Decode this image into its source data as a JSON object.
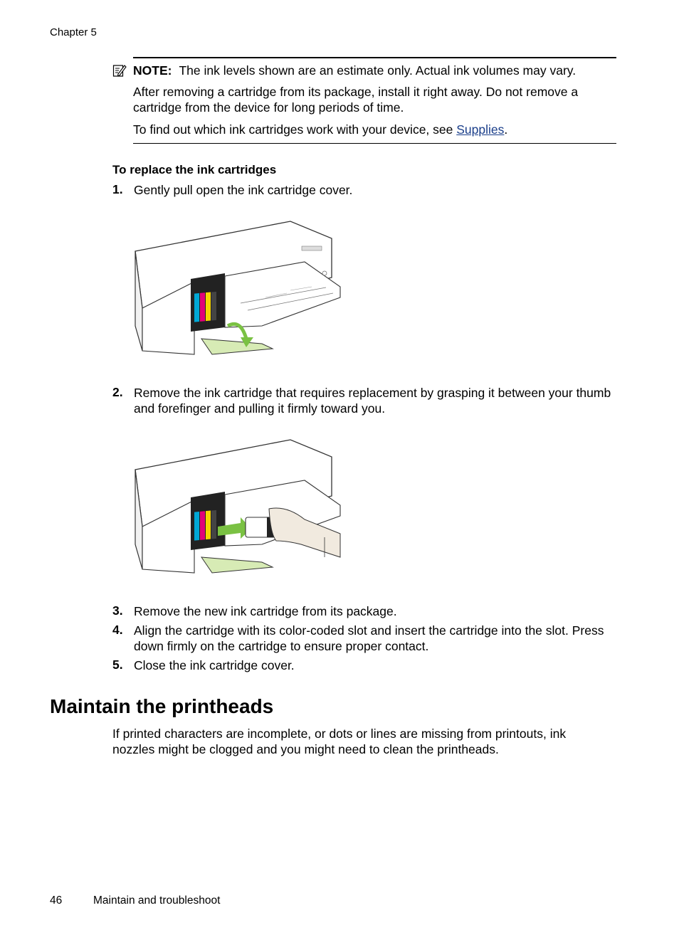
{
  "header": {
    "chapter": "Chapter 5"
  },
  "note": {
    "label": "NOTE:",
    "line1": "The ink levels shown are an estimate only. Actual ink volumes may vary.",
    "para2": "After removing a cartridge from its package, install it right away. Do not remove a cartridge from the device for long periods of time.",
    "para3_prefix": "To find out which ink cartridges work with your device, see ",
    "para3_link": "Supplies",
    "para3_suffix": "."
  },
  "procedure": {
    "heading": "To replace the ink cartridges",
    "steps": [
      {
        "num": "1.",
        "text": "Gently pull open the ink cartridge cover."
      },
      {
        "num": "2.",
        "text": "Remove the ink cartridge that requires replacement by grasping it between your thumb and forefinger and pulling it firmly toward you."
      },
      {
        "num": "3.",
        "text": "Remove the new ink cartridge from its package."
      },
      {
        "num": "4.",
        "text": "Align the cartridge with its color-coded slot and insert the cartridge into the slot. Press down firmly on the cartridge to ensure proper contact."
      },
      {
        "num": "5.",
        "text": "Close the ink cartridge cover."
      }
    ]
  },
  "section": {
    "title": "Maintain the printheads",
    "body": "If printed characters are incomplete, or dots or lines are missing from printouts, ink nozzles might be clogged and you might need to clean the printheads."
  },
  "footer": {
    "page_number": "46",
    "title": "Maintain and troubleshoot"
  },
  "colors": {
    "link": "#1a3e8a",
    "arrow_green": "#7ac143",
    "cover_green": "#d7ebb5",
    "ink_cyan": "#00a8d6",
    "ink_magenta": "#e2007a",
    "ink_yellow": "#f5d400",
    "ink_black": "#222222"
  }
}
